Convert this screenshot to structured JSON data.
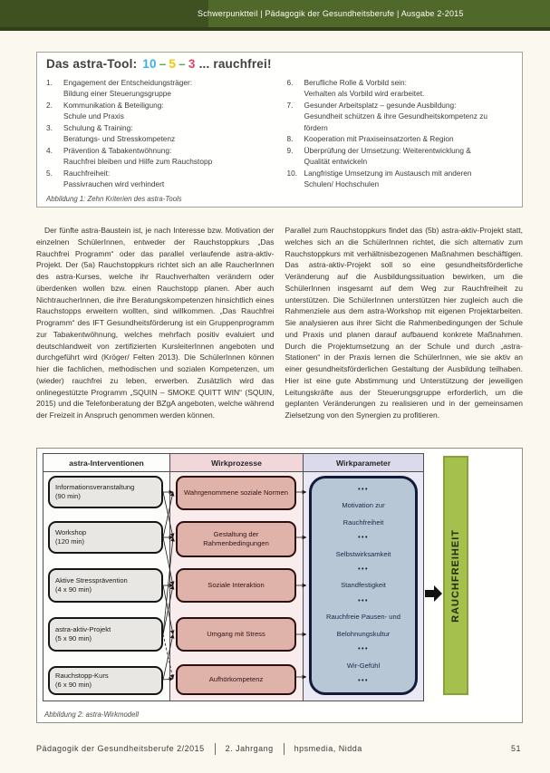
{
  "header": {
    "issue_line": "Schwerpunktteil | Pädagogik der Gesundheitsberufe | Ausgabe 2-2015"
  },
  "criteria_box": {
    "title": {
      "prefix": "Das astra-Tool:",
      "num10": "10",
      "dash": "–",
      "num5": "5",
      "num3": "3",
      "suffix": "... rauchfrei!"
    },
    "items_left": [
      {
        "num": "1.",
        "title": "Engagement der Entscheidungsträger:",
        "sub": "Bildung einer Steuerungsgruppe"
      },
      {
        "num": "2.",
        "title": "Kommunikation & Beteiligung:",
        "sub": "Schule und Praxis"
      },
      {
        "num": "3.",
        "title": "Schulung & Training:",
        "sub": "Beratungs- und Stresskompetenz"
      },
      {
        "num": "4.",
        "title": "Prävention & Tabakentwöhnung:",
        "sub": "Rauchfrei bleiben und Hilfe zum Rauchstopp"
      },
      {
        "num": "5.",
        "title": "Rauchfreiheit:",
        "sub": "Passivrauchen wird verhindert"
      }
    ],
    "items_right": [
      {
        "num": "6.",
        "title": "Berufliche Rolle & Vorbild sein:",
        "sub": "Verhalten als Vorbild wird erarbeitet."
      },
      {
        "num": "7.",
        "title": "Gesunder Arbeitsplatz – gesunde Ausbildung:",
        "sub": "Gesundheit schützen & ihre Gesundheitskompetenz zu fördern"
      },
      {
        "num": "8.",
        "title": "Kooperation mit Praxiseinsatzorten & Region",
        "sub": ""
      },
      {
        "num": "9.",
        "title": "Überprüfung der Umsetzung: Weiterentwicklung &",
        "sub": "Qualität entwickeln"
      },
      {
        "num": "10.",
        "title": "Langfristige Umsetzung im Austausch mit anderen",
        "sub": "Schulen/ Hochschulen"
      }
    ],
    "caption": "Abbildung 1: Zehn Kriterien des astra-Tools"
  },
  "article": {
    "col_left": "Der fünfte astra-Baustein ist, je nach Interesse bzw. Motivation der einzelnen SchülerInnen, entweder der Rauchstoppkurs „Das Rauchfrei Programm“ oder das parallel verlaufende astra-aktiv-Projekt. Der (5a) Rauchstoppkurs richtet sich an alle RaucherInnen des astra-Kurses, welche ihr Rauchverhalten verändern oder überdenken wollen bzw. einen Rauchstopp planen. Aber auch NichtraucherInnen, die ihre Beratungskompetenzen hinsichtlich eines Rauchstopps erweitern wollten, sind willkommen. „Das Rauchfrei Programm“ des IFT Gesundheitsförderung ist ein Gruppenprogramm zur Tabakentwöhnung, welches mehrfach positiv evaluiert und deutschlandweit von zertifizierten KursleiterInnen angeboten und durchgeführt wird (Kröger/ Felten 2013). Die SchülerInnen können hier die fachlichen, methodischen und sozialen Kompetenzen, um (wieder) rauchfrei zu leben, erwerben. Zusätzlich wird das onlinegestützte Programm „SQUIN – SMOKE QUITT WIN“ (SQUIN, 2015) und die Telefonberatung der BZgA angeboten, welche während der Freizeit in Anspruch genommen werden können.",
    "col_right": "Parallel zum Rauchstoppkurs findet das (5b) astra-aktiv-Projekt statt, welches sich an die SchülerInnen richtet, die sich alternativ zum Rauchstoppkurs mit verhältnisbezogenen Maßnahmen beschäftigen. Das astra-aktiv-Projekt soll so eine gesundheitsförderliche Veränderung auf die Ausbildungssituation bewirken, um die SchülerInnen insgesamt auf dem Weg zur Rauchfreiheit zu unterstützen. Die SchülerInnen unterstützen hier zugleich auch die Rahmenziele aus dem astra-Workshop mit eigenen Projektarbeiten. Sie analysieren aus ihrer Sicht die Rahmenbedingungen der Schule und Praxis und planen darauf aufbauend konkrete Maßnahmen. Durch die Projektumsetzung an der Schule und durch „astra-Stationen“ in der Praxis lernen die SchülerInnen, wie sie aktiv an einer gesundheitsförderlichen Gestaltung der Ausbildung teilhaben. Hier ist eine gute Abstimmung und Unterstützung der jeweiligen Leitungskräfte aus der Steuerungsgruppe erforderlich, um die geplanten Veränderungen zu realisieren und in der gemeinsamen Zielsetzung von den Synergien zu profitieren."
  },
  "figure2": {
    "headers": [
      "astra-Interventionen",
      "Wirkprozesse",
      "Wirkparameter"
    ],
    "interventions": [
      {
        "label": "Informationsveranstaltung",
        "duration": "(90 min)"
      },
      {
        "label": "Workshop",
        "duration": "(120 min)"
      },
      {
        "label": "Aktive Stressprävention",
        "duration": "(4 x 90 min)"
      },
      {
        "label": "astra-aktiv-Projekt",
        "duration": "(5 x 90 min)"
      },
      {
        "label": "Rauchstopp-Kurs",
        "duration": "(6 x 90 min)"
      }
    ],
    "processes": [
      "Wahrgenommene soziale Normen",
      "Gestaltung der Rahmenbedingungen",
      "Soziale Interaktion",
      "Umgang mit Stress",
      "Aufhörkompetenz"
    ],
    "parameters": [
      "•••",
      "Motivation zur",
      "Rauchfreiheit",
      "•••",
      "Selbstwirksamkeit",
      "•••",
      "Standfestigkeit",
      "•••",
      "Rauchfreie Pausen- und",
      "Belohnungskultur",
      "•••",
      "Wir-Gefühl",
      "•••"
    ],
    "outcome": "RAUCHFREIHEIT",
    "caption": "Abbildung 2: astra-Wirkmodell",
    "colors": {
      "intervention_box": "#e8e7e4",
      "process_box": "#dfb2aa",
      "parameter_box": "#b7c7d6",
      "outcome_bar": "#a5c04c",
      "wirkprozesse_column": "#f8ecec",
      "wirkparameter_column": "#e9e9f5"
    }
  },
  "title_colors": {
    "num10": "#3ab0e4",
    "dash": "#4db052",
    "num5": "#f5c400",
    "num3": "#e5406b"
  },
  "footer": {
    "journal": "Pädagogik der Gesundheitsberufe 2/2015",
    "volume": "2. Jahrgang",
    "publisher": "hpsmedia, Nidda",
    "page": "51"
  }
}
